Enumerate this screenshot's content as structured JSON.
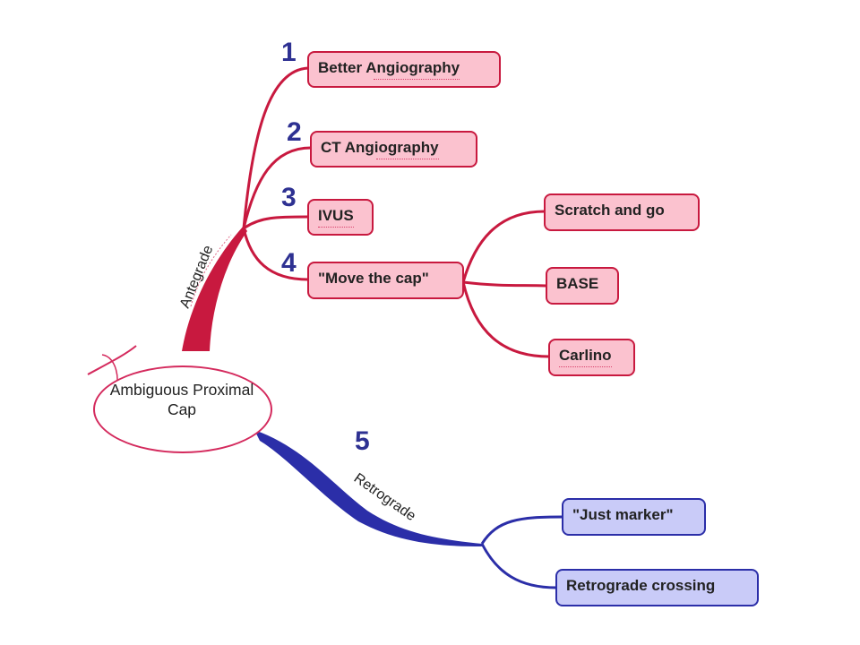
{
  "central_topic": {
    "line1": "Ambiguous Proximal",
    "line2": "Cap"
  },
  "colors": {
    "antegrade": "#c8193f",
    "retrograde": "#2b2ea8",
    "number": "#2e3192",
    "antegrade_fill": "#fbc2cf",
    "retrograde_fill": "#c9cbf8"
  },
  "branches": {
    "antegrade": {
      "label": "Antegrade",
      "children": [
        {
          "number": "1",
          "label": "Better Angiography"
        },
        {
          "number": "2",
          "label": "CT Angiography"
        },
        {
          "number": "3",
          "label": "IVUS"
        },
        {
          "number": "4",
          "label": "\"Move the cap\"",
          "children": [
            {
              "label": "Scratch and go"
            },
            {
              "label": "BASE"
            },
            {
              "label": "Carlino"
            }
          ]
        }
      ]
    },
    "retrograde": {
      "number": "5",
      "label": "Retrograde",
      "children": [
        {
          "label": "\"Just marker\""
        },
        {
          "label": "Retrograde crossing"
        }
      ]
    }
  }
}
